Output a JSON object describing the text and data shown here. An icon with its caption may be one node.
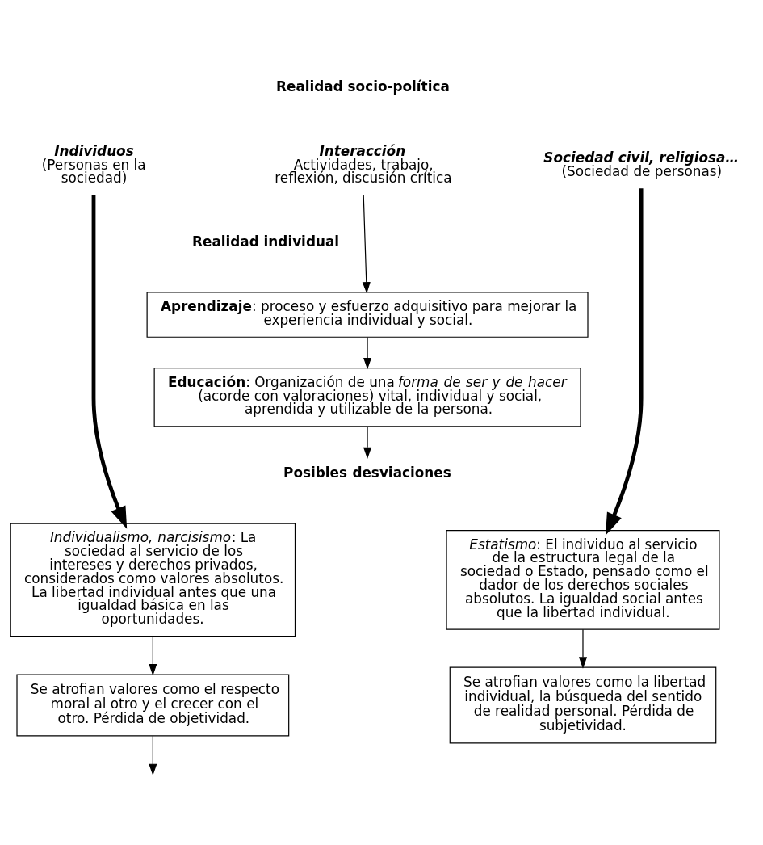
{
  "diagram": {
    "nodes": [
      {
        "text": [
          "Individuos",
          "(Personas en la sociedad)"
        ]
      },
      {
        "text": [
          "Interacción",
          "Actividades, trabajo, reflexión, discusión crítica"
        ]
      },
      {
        "text": [
          "Sociedad civil, religiosa…",
          "(Sociedad de personas)"
        ]
      },
      {
        "text": [
          "**Aprendizaje**: proceso y esfuerzo adquisitivo para mejorar la experiencia individual y social."
        ]
      },
      {
        "text": [
          "**Educación**: Organización de una *forma de ser y de hacer* (acorde con valoraciones) vital, individual y social, aprendida y utilizable de la persona."
        ]
      },
      {
        "text": [
          "Posibles desviaciones"
        ]
      },
      {
        "text": [
          "*Individualismo, narcisismo*: La sociedad al servicio de los intereses y derechos privados, considerados como valores absolutos. La libertad individual antes que una igualdad básica en las oportunidades."
        ]
      },
      {
        "text": [
          "*Estatismo*: El individuo al servicio de la estructura legal de la sociedad o Estado, pensado como el dador de los derechos sociales absolutos. La igualdad social antes que la libertad individual."
        ]
      },
      {
        "text": [
          "Se atrofian valores como el respecto moral al otro y el crecer con el otro. Pérdida de objetividad."
        ]
      },
      {
        "text": [
          "Se atrofian valores como la libertad individual, la búsqueda del sentido de realidad personal. Pérdida de subjetividad."
        ]
      }
    ],
    "edges": [
      {
        "from": 0,
        "to": 6,
        "arrow": "to",
        "style": "thick"
      },
      {
        "from": 1,
        "to": 3,
        "arrow": "to"
      },
      {
        "from": 2,
        "to": 7,
        "arrow": "to",
        "style": "thick"
      },
      {
        "from": 3,
        "to": 4,
        "arrow": "to"
      },
      {
        "from": 4,
        "to": 5,
        "arrow": "to"
      },
      {
        "from": 6,
        "to": 8,
        "arrow": "to"
      },
      {
        "from": 7,
        "to": 9,
        "arrow": "to"
      },
      {
        "from": 8,
        "to": null,
        "arrow": "to"
      }
    ],
    "labels": [
      "Realidad socio-política",
      "Realidad individual"
    ]
  }
}
